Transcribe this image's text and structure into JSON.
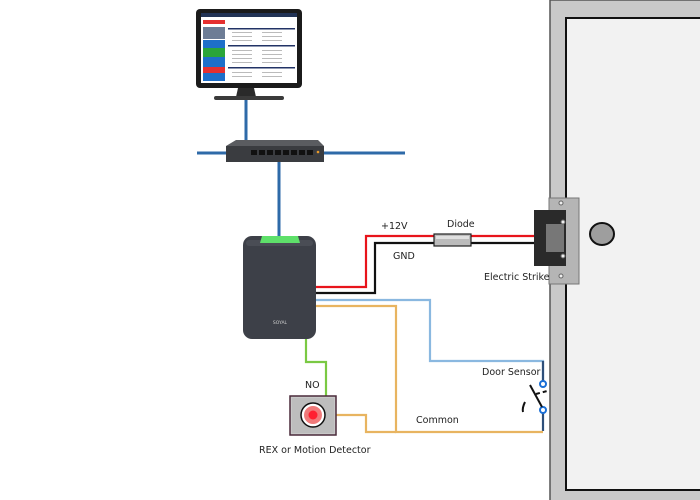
{
  "diagram": {
    "title": "Access control wiring diagram",
    "components": {
      "monitor": {
        "name": "Management workstation"
      },
      "switch": {
        "name": "Network switch",
        "ports": 8
      },
      "reader": {
        "name": "Access controller / card reader",
        "logo": "SOYAL"
      },
      "diode": {
        "label": "Diode"
      },
      "strike": {
        "label": "Electric Strike"
      },
      "door_sensor": {
        "label": "Door Sensor"
      },
      "rex": {
        "label": "REX or Motion Detector"
      },
      "door": {
        "name": "Door"
      }
    },
    "wire_labels": {
      "power": "+12V",
      "ground": "GND",
      "no": "NO",
      "common": "Common"
    },
    "colors": {
      "network": "#2e6aa8",
      "power": "#e8141b",
      "ground": "#111111",
      "sensor": "#8ab8e0",
      "common": "#e8b460",
      "no": "#7ac943",
      "door_frame": "#c9c9c9",
      "door_panel": "#f2f2f2",
      "reader_body": "#3d4048",
      "reader_led": "#5ee06a"
    }
  }
}
